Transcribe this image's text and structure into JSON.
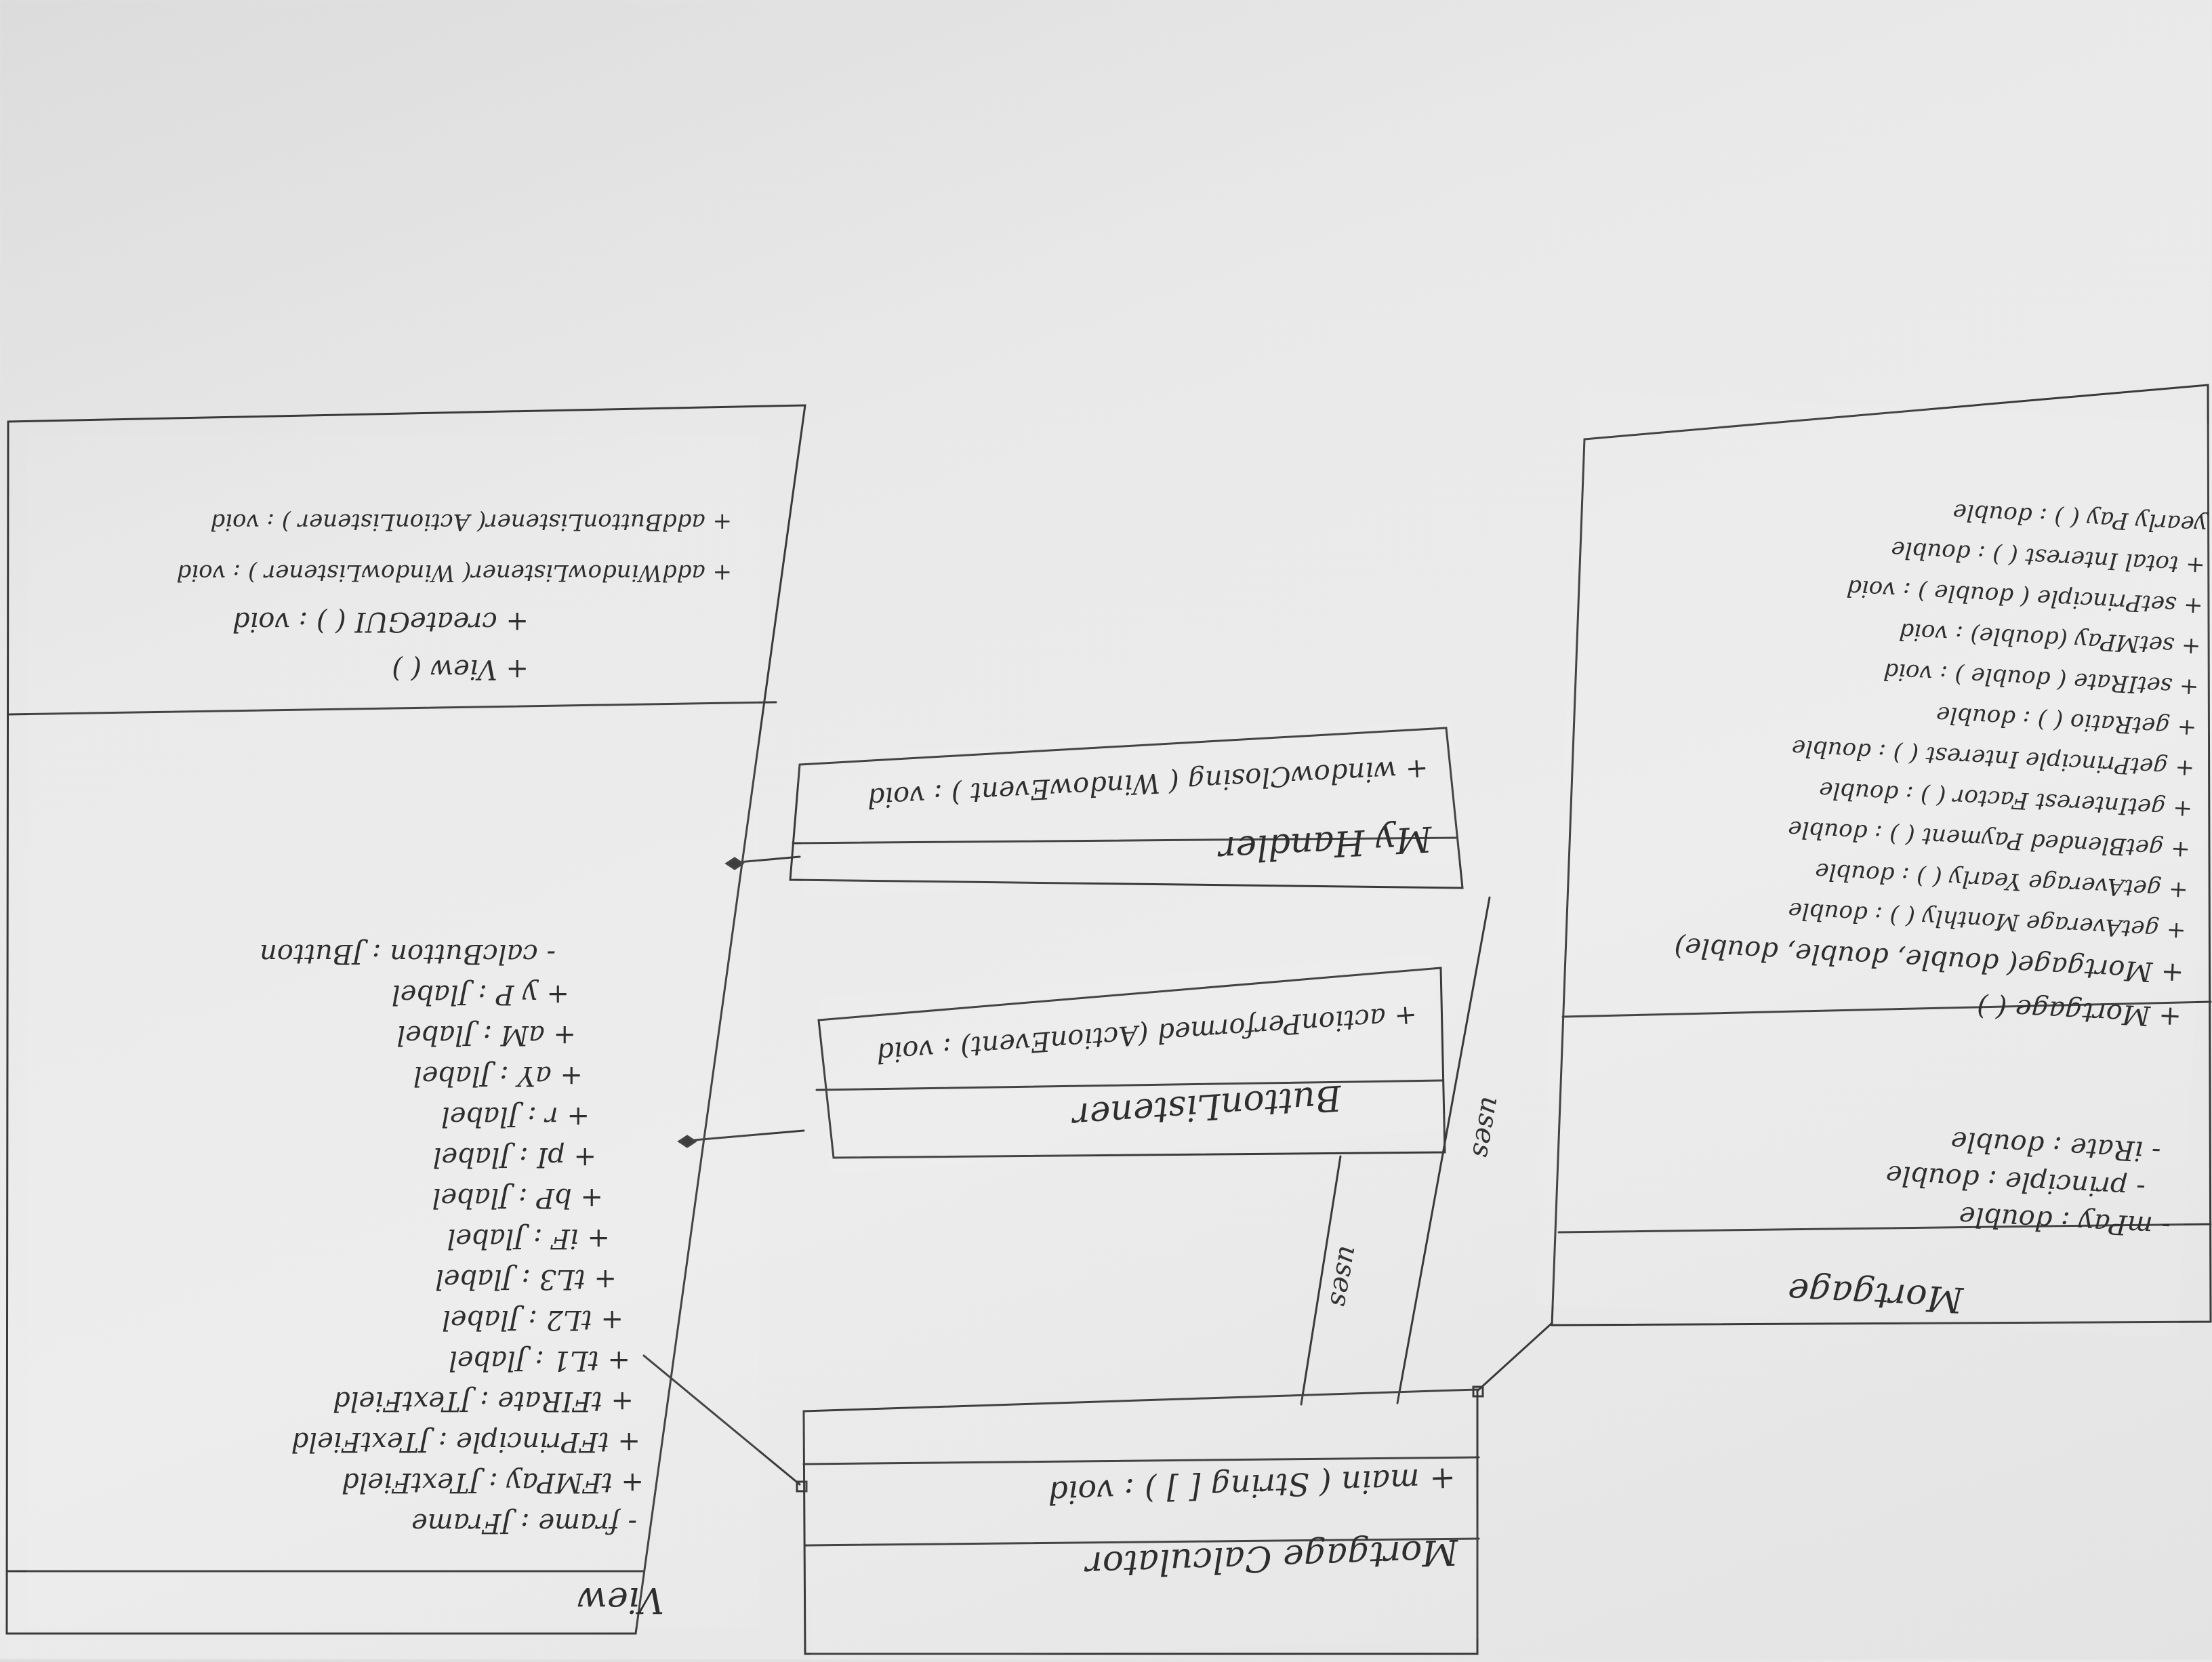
{
  "classes": {
    "view": {
      "name": "View",
      "attributes": [
        "- frame : JFrame",
        "+ tFMPay : JTextField",
        "+ tFPrinciple : JTextField",
        "+ tFIRate : JTextField",
        "+ tL1 : Jlabel",
        "+ tL2 : Jlabel",
        "+ tL3 : Jlabel",
        "+ iF : Jlabel",
        "+ bP : Jlabel",
        "+ pI : Jlabel",
        "+ r : Jlabel",
        "+ aY : Jlabel",
        "+ aM : Jlabel",
        "+ y P : Jlabel",
        "- calcButton : JButton"
      ],
      "methods": [
        "+ View ( )",
        "+ createGUI ( ) : void",
        "+ addWindowListener( WindowListener ) : void",
        "+ addButtonListener( ActionListener ) : void"
      ]
    },
    "my_handler": {
      "name": "My Handler",
      "methods": [
        "+ windowClosing ( WindowEvent ) : void"
      ]
    },
    "button_listener": {
      "name": "ButtonListener",
      "methods": [
        "+ actionPerformed (ActionEvent) : void"
      ]
    },
    "mortgage_calculator": {
      "name": "Mortgage Calculator",
      "methods": [
        "+ main ( String [ ] ) : void"
      ]
    },
    "mortgage": {
      "name": "Mortgage",
      "attributes": [
        "- mPay : double",
        "- principle : double",
        "- iRate : double"
      ],
      "methods": [
        "+ Mortgage ( )",
        "+ Mortgage( double, double, double)",
        "+ getAverage Monthly ( ) : double",
        "+ getAverage Yearly ( ) : double",
        "+ getBlended Payment ( ) : double",
        "+ getInterest Factor ( ) : double",
        "+ getPrinciple Interest ( ) : double",
        "+ getRatio ( ) : double",
        "+ setIRate ( double ) : void",
        "+ setMPay (double) : void",
        "+ setPrinciple ( double ) : void",
        "+ total Interest ( ) : double",
        "yearly Pay ( ) : double"
      ]
    }
  },
  "relations": {
    "uses_1": "uses",
    "uses_2": "uses"
  }
}
